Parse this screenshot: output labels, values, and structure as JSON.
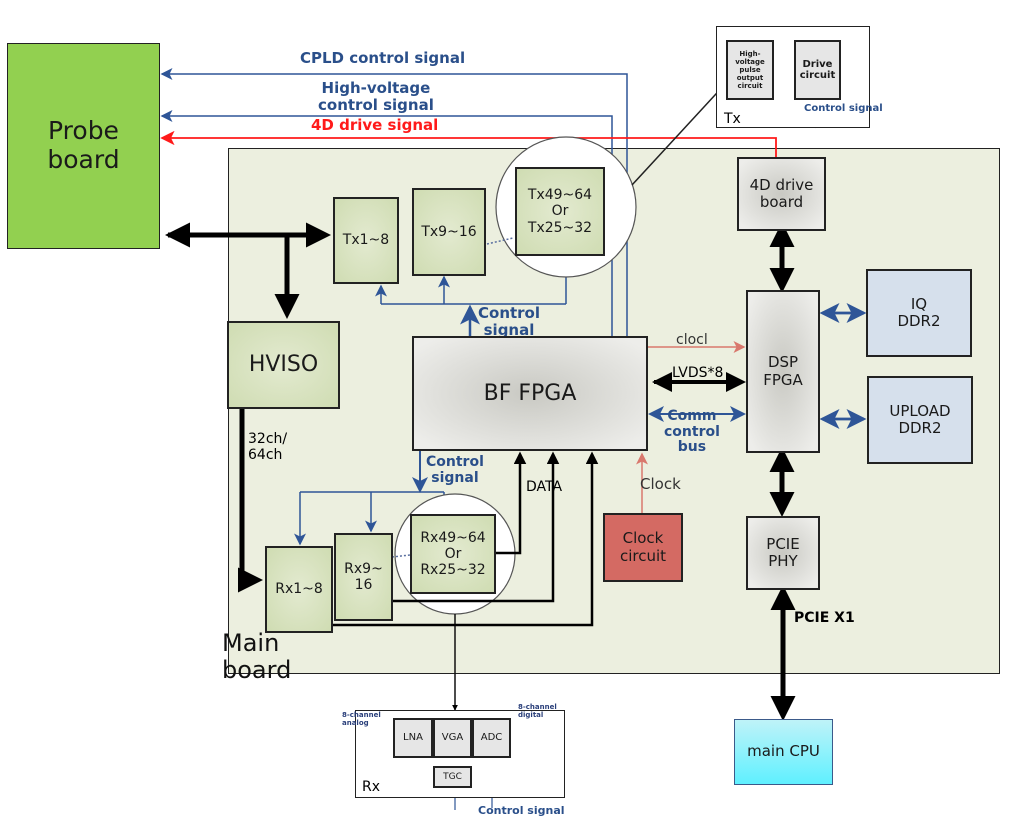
{
  "probe_board": {
    "label": "Probe\nboard",
    "color": "#92d050"
  },
  "main_board": {
    "label": "Main\nboard",
    "color": "#ecefdf"
  },
  "signals": {
    "cpld": "CPLD control signal",
    "hv": "High-voltage\ncontrol signal",
    "drive4d": "4D drive signal",
    "tx_control": "Control\nsignal",
    "rx_control": "Control\nsignal",
    "clocl": "clocl",
    "lvds": "LVDS*8",
    "comm_bus": "Comm\ncontrol\nbus",
    "clock": "Clock",
    "data": "DATA",
    "channels": "32ch/\n64ch",
    "pcie_x1": "PCIE X1"
  },
  "blocks": {
    "tx1": "Tx1~8",
    "tx9": "Tx9~16",
    "tx49": "Tx49~64\nOr\nTx25~32",
    "hviso": "HVISO",
    "bf_fpga": "BF FPGA",
    "rx1": "Rx1~8",
    "rx9": "Rx9~\n16",
    "rx49": "Rx49~64\nOr\nRx25~32",
    "clock_circuit": "Clock\ncircuit",
    "drive_board": "4D drive\nboard",
    "dsp_fpga": "DSP\nFPGA",
    "iq_ddr2": "IQ\nDDR2",
    "upload_ddr2": "UPLOAD\nDDR2",
    "pcie_phy": "PCIE\nPHY",
    "main_cpu": "main CPU"
  },
  "tx_detail": {
    "title": "Tx",
    "hv_pulse": "High-\nvoltage\npulse\noutput\ncircuit",
    "drive_circuit": "Drive\ncircuit",
    "control": "Control signal"
  },
  "rx_detail": {
    "title": "Rx",
    "lna": "LNA",
    "vga": "VGA",
    "adc": "ADC",
    "tgc": "TGC",
    "analog_in": "8-channel\nanalog",
    "digital_out": "8-channel\ndigital",
    "control": "Control signal"
  },
  "colors": {
    "blue_signal": "#2e5597",
    "red_signal": "#ff1a1a",
    "clock_line": "#d9786d",
    "clock_block": "#d46a63",
    "ddr_block": "#d6e0ec",
    "cpu_top": "#bff3f8",
    "cpu_bottom": "#5ff0ff"
  }
}
